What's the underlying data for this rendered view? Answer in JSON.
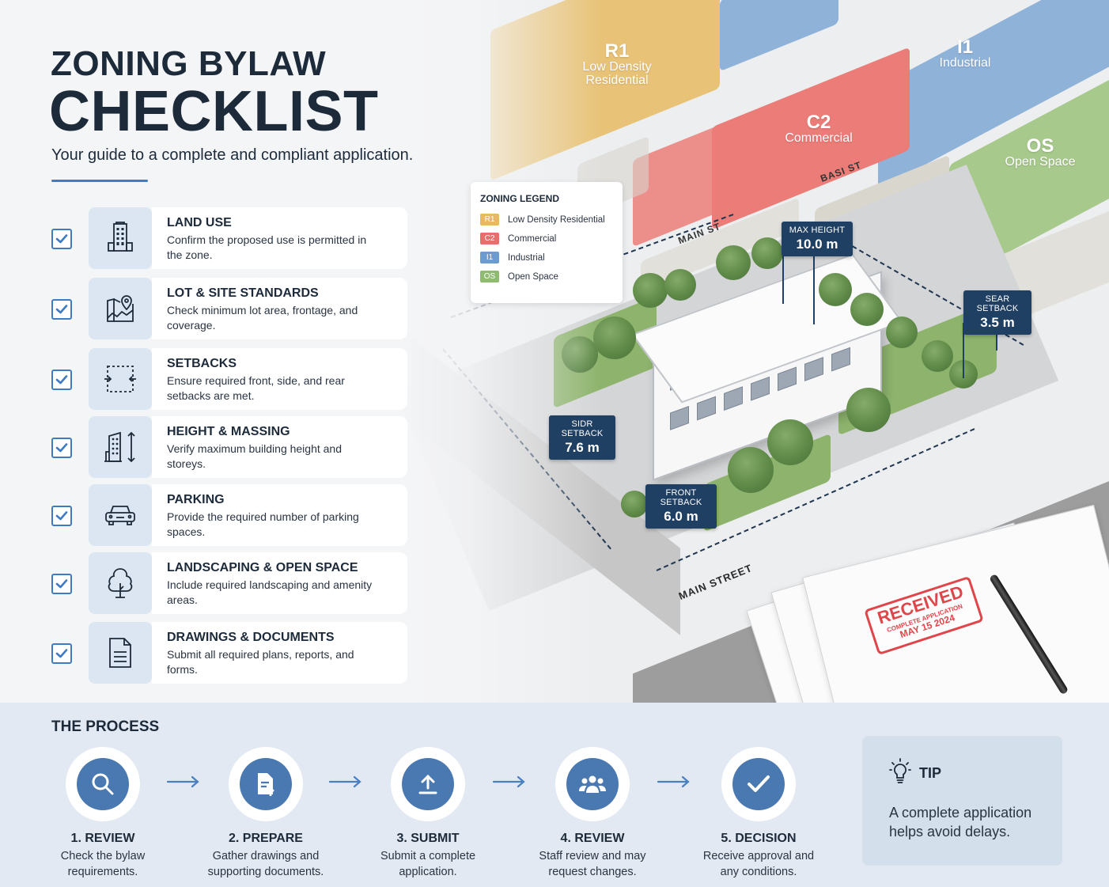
{
  "header": {
    "title_line1": "ZONING BYLAW",
    "title_line2": "CHECKLIST",
    "subtitle": "Your guide to a complete and compliant application."
  },
  "checklist": [
    {
      "icon": "building-icon",
      "title": "LAND USE",
      "desc": "Confirm the proposed use is permitted in the zone.",
      "checked": true
    },
    {
      "icon": "map-pin-icon",
      "title": "LOT & SITE STANDARDS",
      "desc": "Check minimum lot area, frontage, and coverage.",
      "checked": true
    },
    {
      "icon": "setback-frame-icon",
      "title": "SETBACKS",
      "desc": "Ensure required front, side, and rear setbacks are met.",
      "checked": true
    },
    {
      "icon": "height-building-icon",
      "title": "HEIGHT & MASSING",
      "desc": "Verify maximum building height and storeys.",
      "checked": true
    },
    {
      "icon": "car-icon",
      "title": "PARKING",
      "desc": "Provide the required number of parking spaces.",
      "checked": true
    },
    {
      "icon": "tree-icon",
      "title": "LANDSCAPING & OPEN SPACE",
      "desc": "Include required landscaping and amenity areas.",
      "checked": true
    },
    {
      "icon": "document-icon",
      "title": "DRAWINGS & DOCUMENTS",
      "desc": "Submit all required plans, reports, and forms.",
      "checked": true
    }
  ],
  "map": {
    "zones": [
      {
        "code": "R1",
        "name": "Low Density Residential",
        "color": "#e8c377"
      },
      {
        "code": "C2",
        "name": "Commercial",
        "color": "#ec7c78"
      },
      {
        "code": "I1",
        "name": "Industrial",
        "color": "#8fb2d9"
      },
      {
        "code": "OS",
        "name": "Open Space",
        "color": "#a7c98c"
      }
    ],
    "streets": {
      "main_st": "MAIN ST",
      "basi_st": "BASI ST",
      "main_street": "MAIN STREET"
    },
    "legend": {
      "title": "ZONING LEGEND",
      "items": [
        {
          "code": "R1",
          "label": "Low Density Residential",
          "color": "#e8b962"
        },
        {
          "code": "C2",
          "label": "Commercial",
          "color": "#e86e6b"
        },
        {
          "code": "I1",
          "label": "Industrial",
          "color": "#6c9bd0"
        },
        {
          "code": "OS",
          "label": "Open Space",
          "color": "#8fbb70"
        }
      ]
    },
    "callouts": {
      "max_height": {
        "label": "MAX HEIGHT",
        "value": "10.0 m"
      },
      "rear_setback": {
        "label": "SEAR SETBACK",
        "value": "3.5 m"
      },
      "side_setback": {
        "label": "SIDR SETBACK",
        "value": "7.6 m"
      },
      "front_setback": {
        "label": "FRONT SETBACK",
        "value": "6.0 m"
      }
    },
    "stamp": {
      "main": "RECEIVED",
      "sub": "COMPLETE APPLICATION",
      "date": "MAY 15 2024"
    }
  },
  "process": {
    "title": "THE PROCESS",
    "steps": [
      {
        "icon": "search-icon",
        "title": "1. REVIEW",
        "desc": "Check the bylaw requirements."
      },
      {
        "icon": "document-upload-icon",
        "title": "2. PREPARE",
        "desc": "Gather drawings and supporting documents."
      },
      {
        "icon": "upload-icon",
        "title": "3. SUBMIT",
        "desc": "Submit a complete application."
      },
      {
        "icon": "people-icon",
        "title": "4. REVIEW",
        "desc": "Staff review and may request changes."
      },
      {
        "icon": "checkmark-icon",
        "title": "5. DECISION",
        "desc": "Receive approval and any conditions."
      }
    ]
  },
  "tip": {
    "title": "TIP",
    "text": "A complete application helps avoid delays."
  },
  "colors": {
    "accent": "#3f7ac4",
    "navy": "#1d2a3a",
    "process_bg": "#e2e9f2",
    "step_disc": "#4a78b0",
    "callout_bg": "#1f3f63",
    "stamp_red": "#e0454a"
  }
}
